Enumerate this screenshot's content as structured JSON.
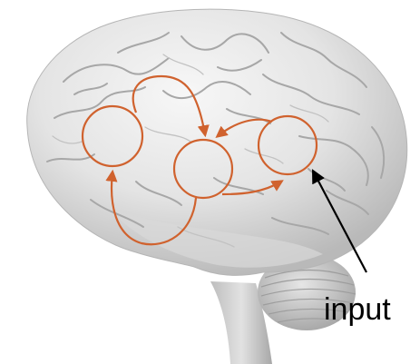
{
  "labels": {
    "input": "input"
  },
  "colors": {
    "loop": "#d0622e",
    "input_arrow": "#000000",
    "brain_light": "#f2f2f2",
    "brain_mid": "#cfcfcf",
    "brain_dark": "#9a9a9a"
  },
  "nodes": [
    {
      "name": "node-left"
    },
    {
      "name": "node-center"
    },
    {
      "name": "node-right"
    }
  ]
}
